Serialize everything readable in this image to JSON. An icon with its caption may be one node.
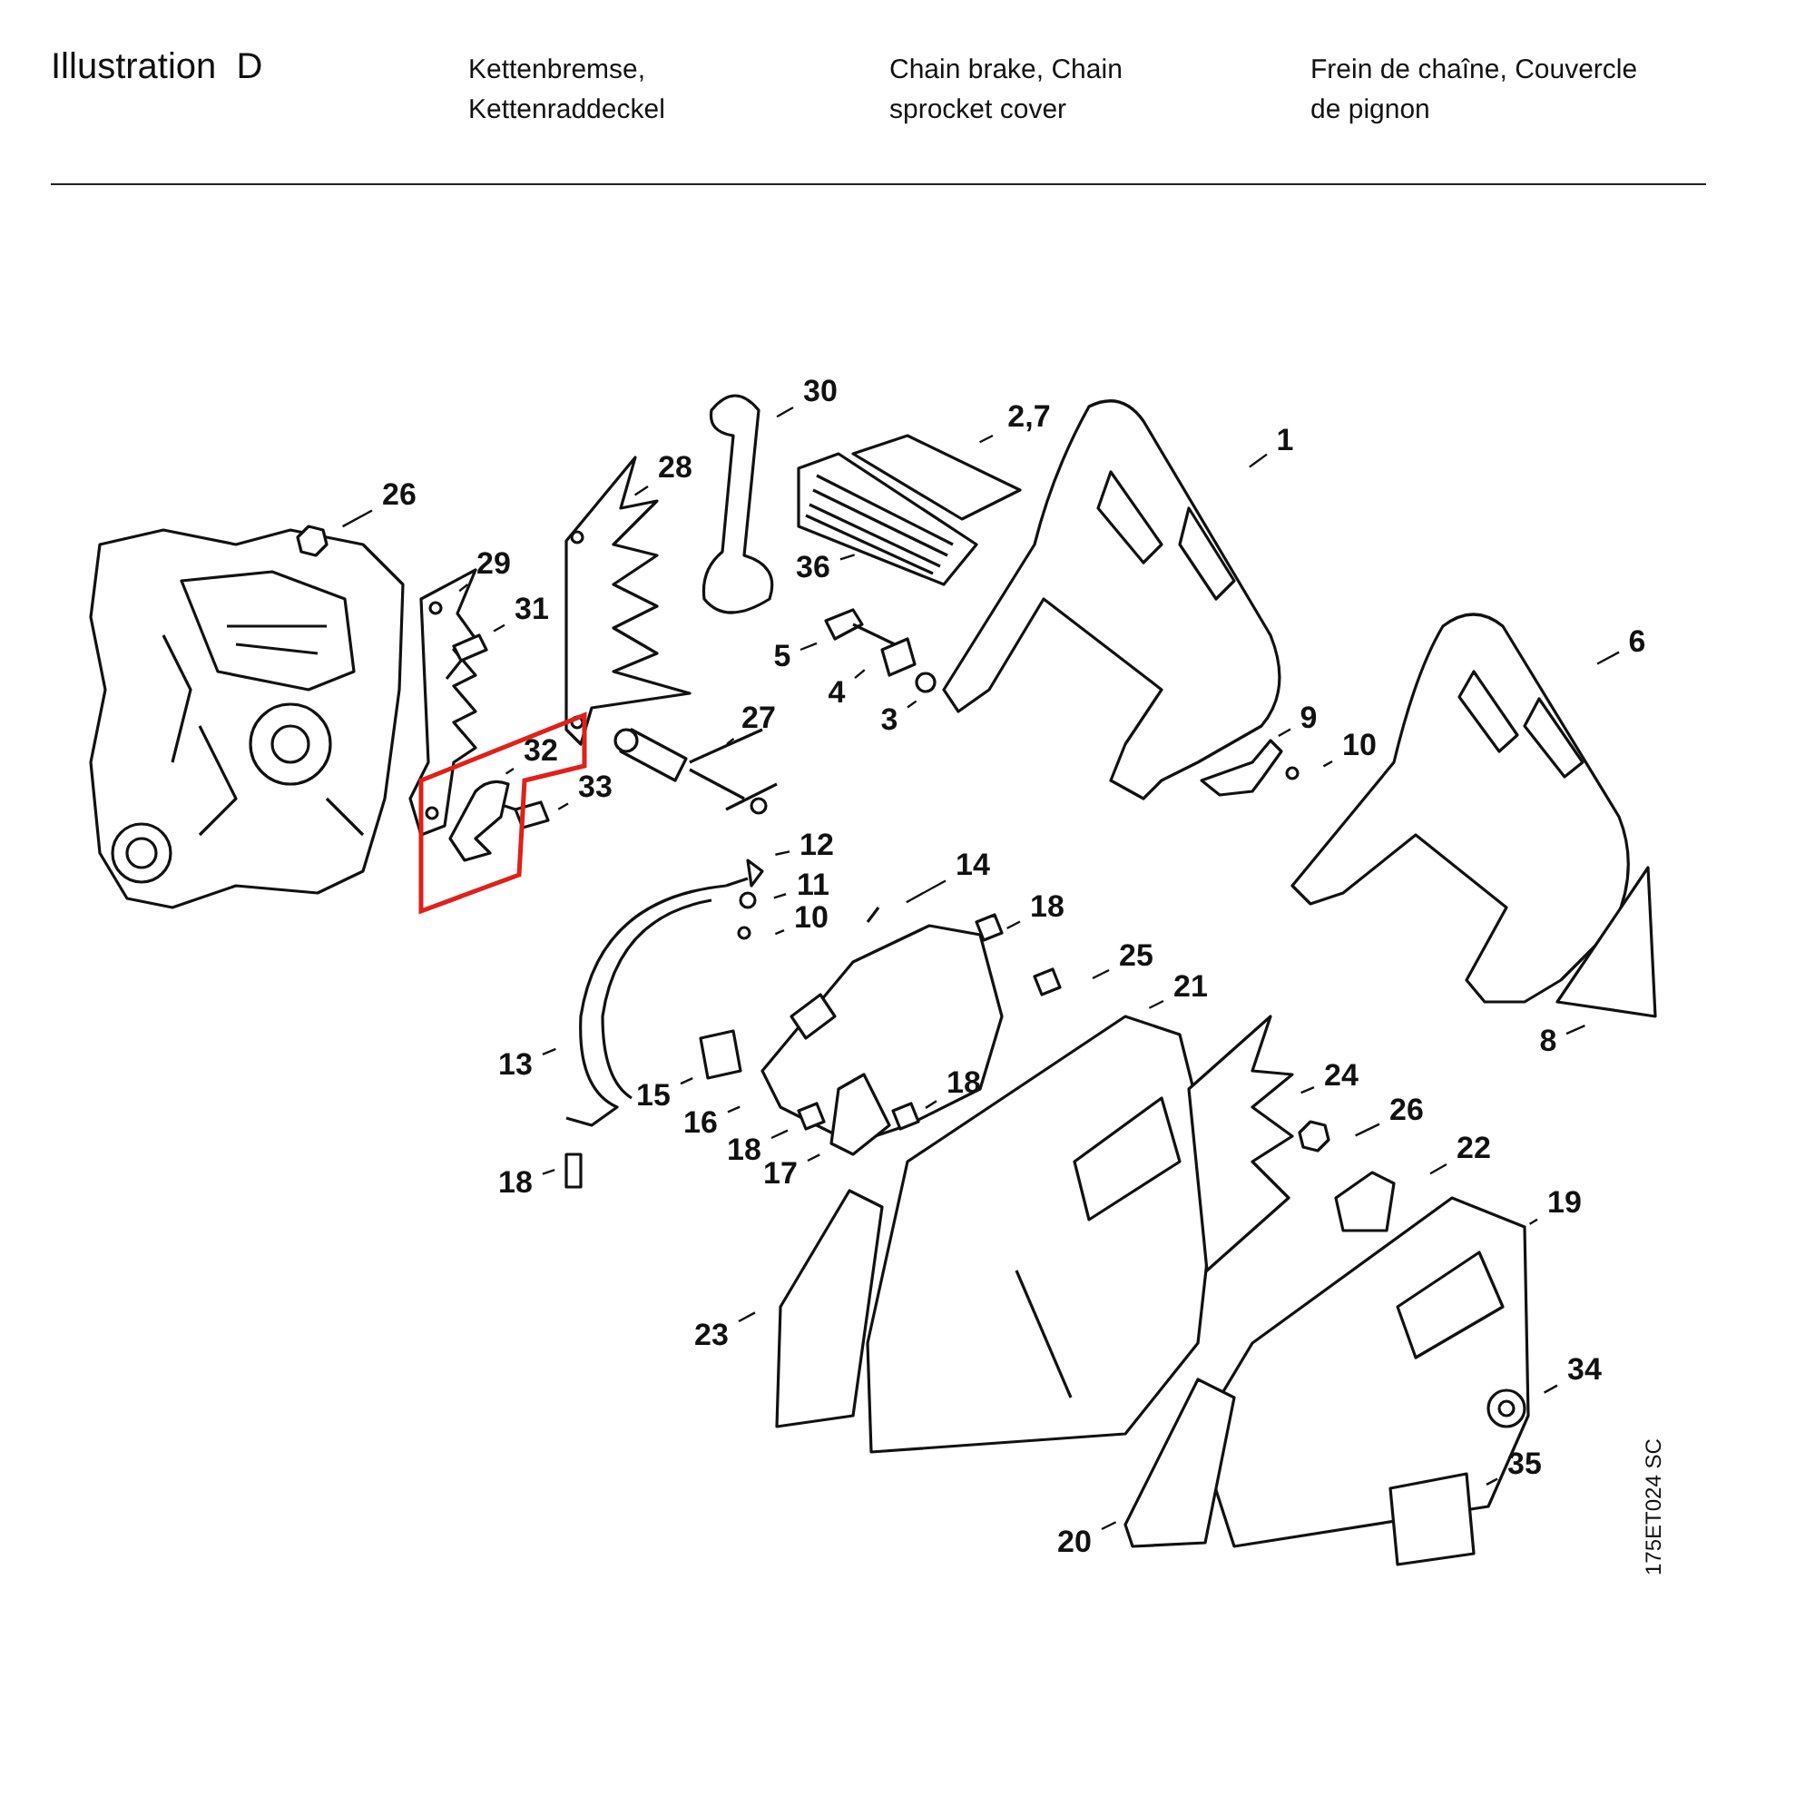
{
  "diagram": {
    "title": "Illustration  D",
    "nodes": [
      {
        "text": [
          "26"
        ]
      },
      {
        "text": [
          "30"
        ]
      },
      {
        "text": [
          "2,7"
        ]
      },
      {
        "text": [
          "28"
        ]
      },
      {
        "text": [
          "1"
        ]
      },
      {
        "text": [
          "29"
        ]
      },
      {
        "text": [
          "31"
        ]
      },
      {
        "text": [
          "36"
        ]
      },
      {
        "text": [
          "6"
        ]
      },
      {
        "text": [
          "5"
        ]
      },
      {
        "text": [
          "4"
        ]
      },
      {
        "text": [
          "3"
        ]
      },
      {
        "text": [
          "27"
        ]
      },
      {
        "text": [
          "9"
        ]
      },
      {
        "text": [
          "10"
        ]
      },
      {
        "text": [
          "32"
        ]
      },
      {
        "text": [
          "33"
        ]
      },
      {
        "text": [
          "12"
        ]
      },
      {
        "text": [
          "14"
        ]
      },
      {
        "text": [
          "11"
        ]
      },
      {
        "text": [
          "18"
        ]
      },
      {
        "text": [
          "10"
        ]
      },
      {
        "text": [
          "25"
        ]
      },
      {
        "text": [
          "21"
        ]
      },
      {
        "text": [
          "13"
        ]
      },
      {
        "text": [
          "24"
        ]
      },
      {
        "text": [
          "15"
        ]
      },
      {
        "text": [
          "18"
        ]
      },
      {
        "text": [
          "26"
        ]
      },
      {
        "text": [
          "8"
        ]
      },
      {
        "text": [
          "16"
        ]
      },
      {
        "text": [
          "18"
        ]
      },
      {
        "text": [
          "22"
        ]
      },
      {
        "text": [
          "17"
        ]
      },
      {
        "text": [
          "18"
        ]
      },
      {
        "text": [
          "19"
        ]
      },
      {
        "text": [
          "23"
        ]
      },
      {
        "text": [
          "34"
        ]
      },
      {
        "text": [
          "35"
        ]
      },
      {
        "text": [
          "20"
        ]
      }
    ],
    "edges": [
      {
        "from": 0,
        "to": null,
        "arrow": "none"
      },
      {
        "from": 1,
        "to": null,
        "arrow": "none"
      },
      {
        "from": 2,
        "to": null,
        "arrow": "none"
      },
      {
        "from": 3,
        "to": null,
        "arrow": "none"
      },
      {
        "from": 4,
        "to": null,
        "arrow": "none"
      },
      {
        "from": 5,
        "to": null,
        "arrow": "none"
      },
      {
        "from": 6,
        "to": null,
        "arrow": "none"
      },
      {
        "from": 7,
        "to": null,
        "arrow": "none"
      },
      {
        "from": 8,
        "to": null,
        "arrow": "none"
      },
      {
        "from": 9,
        "to": null,
        "arrow": "none"
      },
      {
        "from": 10,
        "to": null,
        "arrow": "none"
      },
      {
        "from": 11,
        "to": null,
        "arrow": "none"
      },
      {
        "from": 12,
        "to": null,
        "arrow": "none"
      },
      {
        "from": 13,
        "to": null,
        "arrow": "none"
      },
      {
        "from": 14,
        "to": null,
        "arrow": "none"
      },
      {
        "from": 15,
        "to": null,
        "arrow": "none"
      },
      {
        "from": 16,
        "to": null,
        "arrow": "none"
      },
      {
        "from": 17,
        "to": null,
        "arrow": "none"
      },
      {
        "from": 18,
        "to": null,
        "arrow": "none"
      },
      {
        "from": 19,
        "to": null,
        "arrow": "none"
      },
      {
        "from": 20,
        "to": null,
        "arrow": "none"
      },
      {
        "from": 21,
        "to": null,
        "arrow": "none"
      },
      {
        "from": 22,
        "to": null,
        "arrow": "none"
      },
      {
        "from": 23,
        "to": null,
        "arrow": "none"
      },
      {
        "from": 24,
        "to": null,
        "arrow": "none"
      },
      {
        "from": 25,
        "to": null,
        "arrow": "none"
      },
      {
        "from": 26,
        "to": null,
        "arrow": "none"
      },
      {
        "from": 27,
        "to": null,
        "arrow": "none"
      },
      {
        "from": 28,
        "to": null,
        "arrow": "none"
      },
      {
        "from": 29,
        "to": null,
        "arrow": "none"
      },
      {
        "from": 30,
        "to": null,
        "arrow": "none"
      },
      {
        "from": 31,
        "to": null,
        "arrow": "none"
      },
      {
        "from": 32,
        "to": null,
        "arrow": "none"
      },
      {
        "from": 33,
        "to": null,
        "arrow": "none"
      },
      {
        "from": 34,
        "to": null,
        "arrow": "none"
      },
      {
        "from": 35,
        "to": null,
        "arrow": "none"
      },
      {
        "from": 36,
        "to": null,
        "arrow": "none"
      },
      {
        "from": 37,
        "to": null,
        "arrow": "none"
      },
      {
        "from": 38,
        "to": null,
        "arrow": "none"
      },
      {
        "from": 39,
        "to": null,
        "arrow": "none"
      }
    ],
    "labels": [
      "Kettenbremse, Kettenraddeckel",
      "Chain brake, Chain sprocket cover",
      "Frein de chaîne, Couvercle de pignon",
      "175ET024 SC"
    ]
  }
}
